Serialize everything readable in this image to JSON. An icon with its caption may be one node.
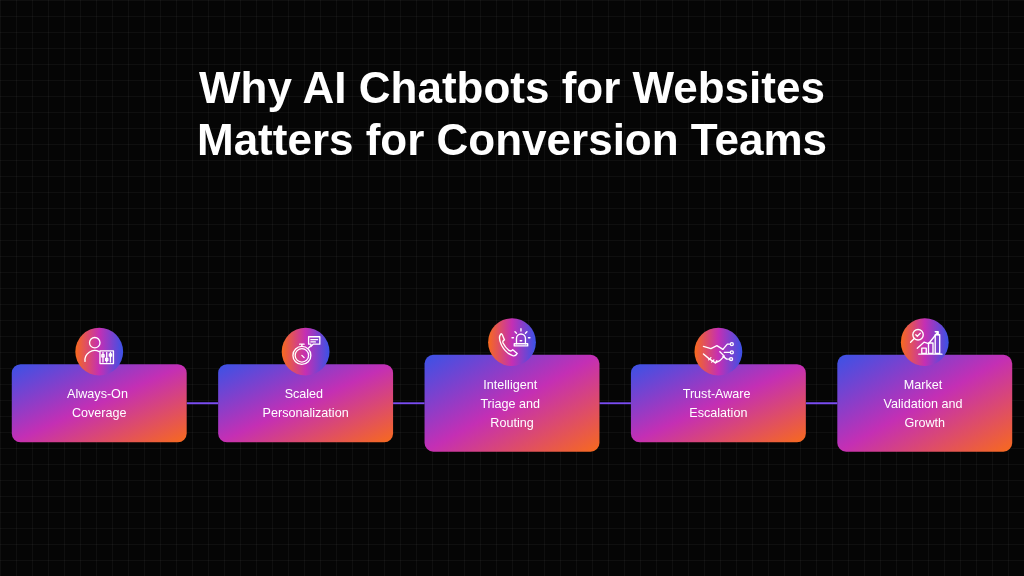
{
  "diagram": {
    "title": "Why AI Chatbots for Websites Matters for Conversion Teams",
    "nodes": [
      {
        "text": [
          "Always-On Coverage"
        ]
      },
      {
        "text": [
          "Scaled Personalization"
        ]
      },
      {
        "text": [
          "Intelligent Triage and Routing"
        ]
      },
      {
        "text": [
          "Trust-Aware Escalation"
        ]
      },
      {
        "text": [
          "Market Validation and Growth"
        ]
      }
    ],
    "edges": [
      {
        "from": 0,
        "to": 1,
        "arrow": "none"
      },
      {
        "from": 1,
        "to": 2,
        "arrow": "none"
      },
      {
        "from": 2,
        "to": 3,
        "arrow": "none"
      },
      {
        "from": 3,
        "to": 4,
        "arrow": "none"
      }
    ]
  }
}
